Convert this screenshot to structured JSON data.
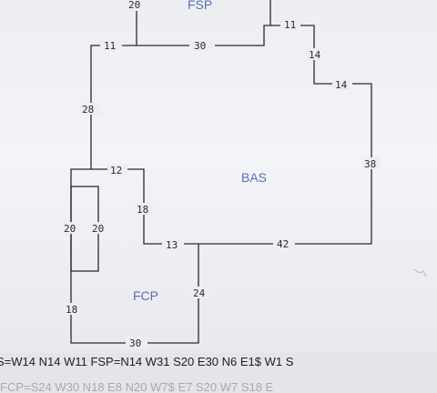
{
  "areas": {
    "fsp": "FSP",
    "bas": "BAS",
    "fcp": "FCP"
  },
  "dimensions": {
    "top_20": "20",
    "top_11_right": "11",
    "right_14_upper": "14",
    "right_14_lower": "14",
    "right_38": "38",
    "bottom_42": "42",
    "mid_13": "13",
    "mid_24": "24",
    "bottom_30": "30",
    "left_18": "18",
    "left_20_outer": "20",
    "left_20_inner": "20",
    "notch_12": "12",
    "notch_18": "18",
    "left_28": "28",
    "top_11_left": "11",
    "top_30": "30"
  },
  "sketch_text": {
    "line1": "S=W14 N14 W11 FSP=N14 W31 S20 E30 N6 E1$ W1 S",
    "line2": "FCP=S24 W30 N18 E8 N20 W7$ E7 S20 W7 S18 E"
  }
}
